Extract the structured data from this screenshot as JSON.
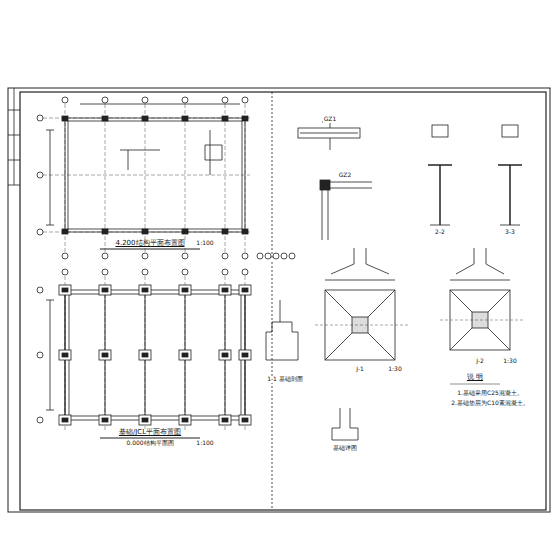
{
  "diagram": {
    "labels": [
      "4.200结构平面布置图",
      "1:100",
      "基础/JCL平面布置图",
      "0.000结构平面图",
      "1:100",
      "GZ1",
      "GZ2",
      "2-2",
      "3-3",
      "1-1 基础剖面",
      "J-1",
      "1:30",
      "J-2",
      "1:30",
      "说 明",
      "1.基础采用C25混凝土。",
      "2.基础垫层为C10素混凝土。",
      "基础详图"
    ]
  }
}
